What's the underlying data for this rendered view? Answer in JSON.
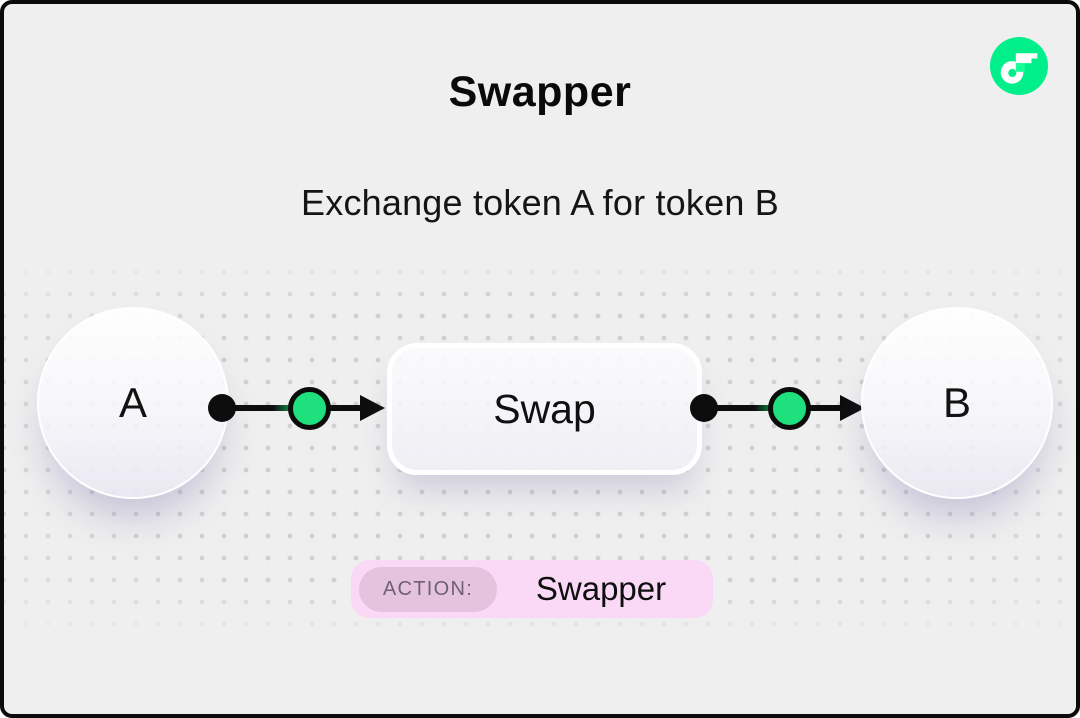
{
  "header": {
    "title": "Swapper",
    "subtitle": "Exchange token A for token B"
  },
  "logo": {
    "icon": "flow-logo-icon",
    "bg_color": "#00EF8B",
    "accent_color": "#16FF99"
  },
  "diagram": {
    "nodes": [
      {
        "id": "token-a",
        "label": "A",
        "shape": "circle"
      },
      {
        "id": "swap",
        "label": "Swap",
        "shape": "rounded-rect"
      },
      {
        "id": "token-b",
        "label": "B",
        "shape": "circle"
      }
    ],
    "edges": [
      {
        "from": "token-a",
        "to": "swap",
        "line_color": "#0d0d0d",
        "dot_color": "#1EE17D"
      },
      {
        "from": "swap",
        "to": "token-b",
        "line_color": "#0d0d0d",
        "dot_color": "#1EE17D"
      }
    ]
  },
  "action_badge": {
    "label": "ACTION:",
    "value": "Swapper",
    "bg": "#FAD9F7",
    "pill_bg": "#E5C3DF",
    "label_color": "#6E6270"
  },
  "colors": {
    "background": "#EFEFEF",
    "frame_border": "#0B0B0B",
    "dot_grid": "#D0D0D0",
    "node_fill_top": "#FFFFFF",
    "node_fill_bottom": "#E9E8F1",
    "flow_green": "#00EF8B",
    "connector_green": "#1EE17D",
    "text": "#0A0A0A"
  }
}
